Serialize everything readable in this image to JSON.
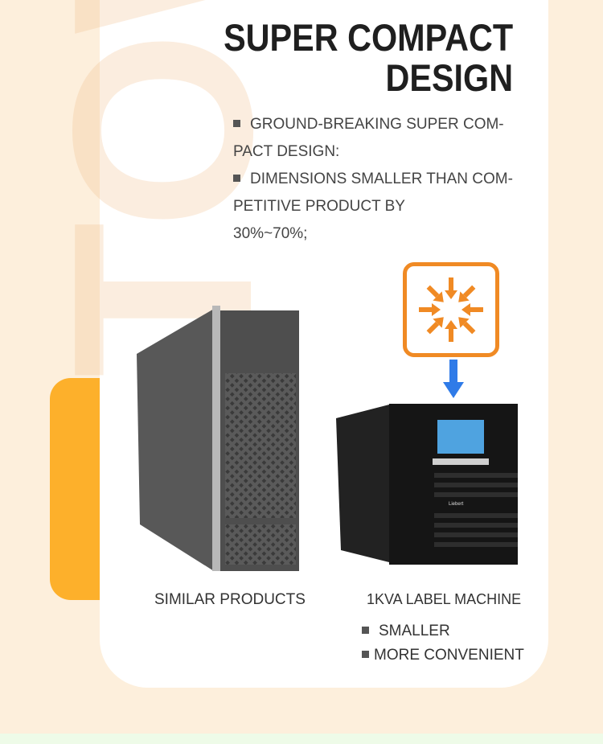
{
  "watermark": "TOWE",
  "title": {
    "line1": "SUPER COMPACT",
    "line2": "DESIGN"
  },
  "features": [
    {
      "line1": "GROUND-BREAKING SUPER COM-",
      "line2": "PACT DESIGN:"
    },
    {
      "line1": "DIMENSIONS SMALLER THAN COM-",
      "line2": "PETITIVE PRODUCT BY",
      "line3": "30%~70%;"
    }
  ],
  "products": {
    "left_label": "SIMILAR PRODUCTS",
    "right_label": "1KVA LABEL MACHINE",
    "right_brand": "Liebert"
  },
  "benefits": [
    "SMALLER",
    "MORE CONVENIENT"
  ],
  "icons": {
    "compress": "compress-arrows-icon",
    "arrow": "arrow-down-icon"
  },
  "colors": {
    "accent_orange": "#f08a24",
    "block_orange": "#fdb02b",
    "arrow_blue": "#2f7be8",
    "background": "#fdefdc"
  }
}
